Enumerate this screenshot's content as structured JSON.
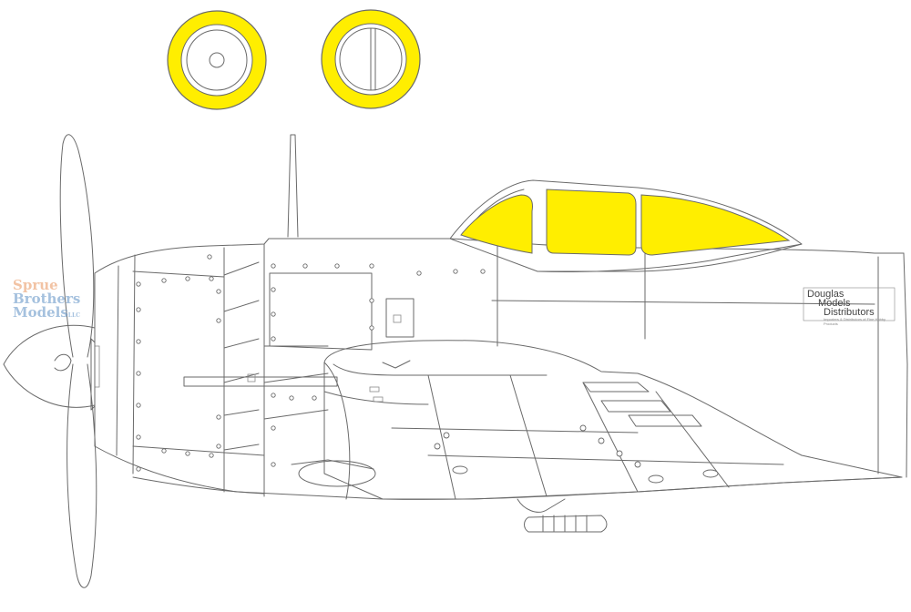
{
  "watermark": {
    "line1": "Sprue",
    "line2": "Brothers",
    "line3": "Models",
    "suffix": "LLC",
    "colors": {
      "orange": "#e8935b",
      "blue": "#5c8fc4"
    }
  },
  "logo": {
    "line1": "Douglas",
    "line2": "Models",
    "line3": "Distributors",
    "tagline": "Importers & Distributors of Fine Hobby Products"
  },
  "colors": {
    "mask_yellow": "#ffee00",
    "outline": "#6a6a6a",
    "background": "#ffffff"
  }
}
